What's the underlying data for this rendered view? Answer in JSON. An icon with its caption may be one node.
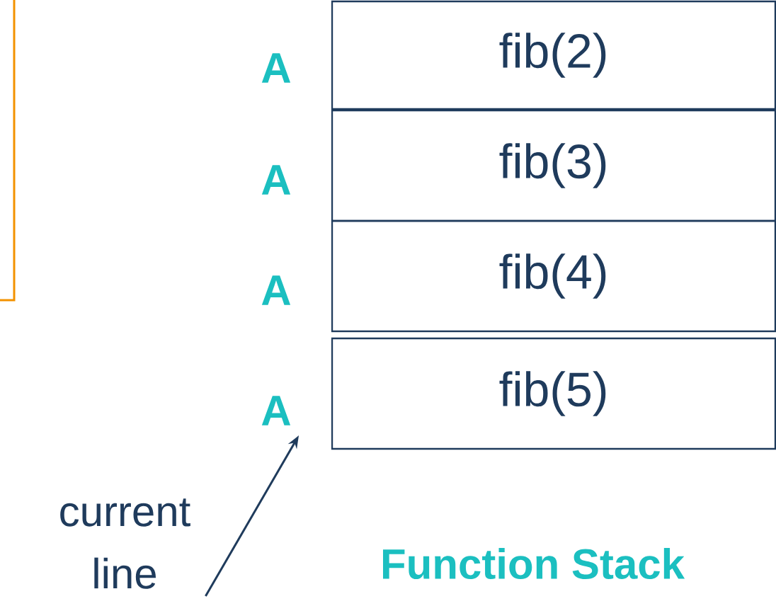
{
  "diagram": {
    "title": "Function Stack",
    "nodes": [
      {
        "text": [
          "fib(2)"
        ]
      },
      {
        "text": [
          "fib(3)"
        ]
      },
      {
        "text": [
          "fib(4)"
        ]
      },
      {
        "text": [
          "fib(5)"
        ]
      },
      {
        "text": [
          "A"
        ]
      },
      {
        "text": [
          "A"
        ]
      },
      {
        "text": [
          "A"
        ]
      },
      {
        "text": [
          "A"
        ]
      },
      {
        "text": [
          "current line"
        ]
      }
    ],
    "edges": [
      {
        "from": 8,
        "to": 7,
        "arrow": "to"
      }
    ]
  }
}
